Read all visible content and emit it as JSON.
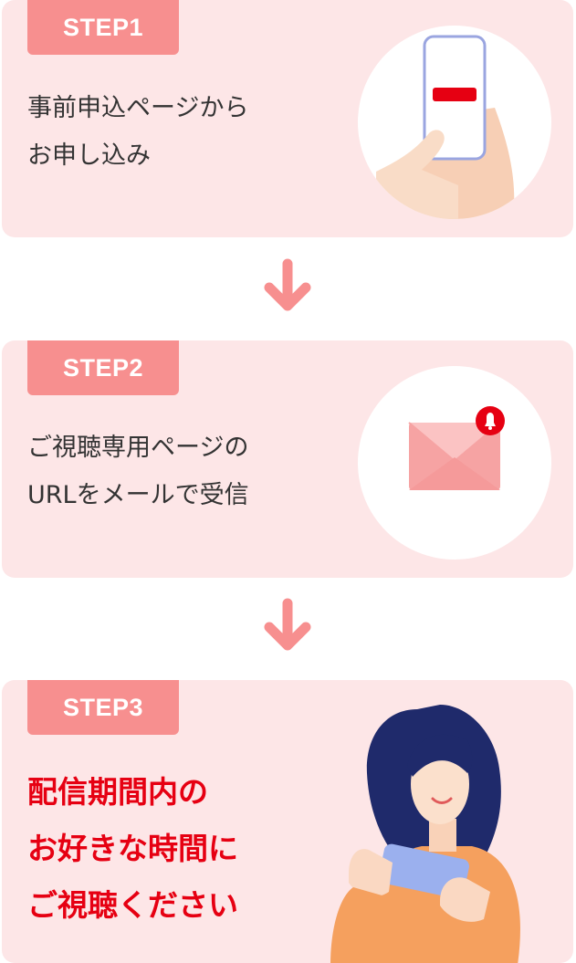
{
  "steps": [
    {
      "badge": "STEP1",
      "lines": [
        "事前申込ページから",
        "お申し込み"
      ],
      "icon": "phone-tap-icon"
    },
    {
      "badge": "STEP2",
      "lines": [
        "ご視聴専用ページの",
        "URLをメールで受信"
      ],
      "icon": "envelope-notification-icon"
    },
    {
      "badge": "STEP3",
      "lines": [
        "配信期間内の",
        "お好きな時間に",
        "ご視聴ください"
      ],
      "icon": "woman-watching-phone-icon"
    }
  ],
  "colors": {
    "card_bg": "#fde6e7",
    "badge_bg": "#f78f8f",
    "arrow": "#f78f8f",
    "highlight_text": "#e60012",
    "body_text": "#333333"
  }
}
